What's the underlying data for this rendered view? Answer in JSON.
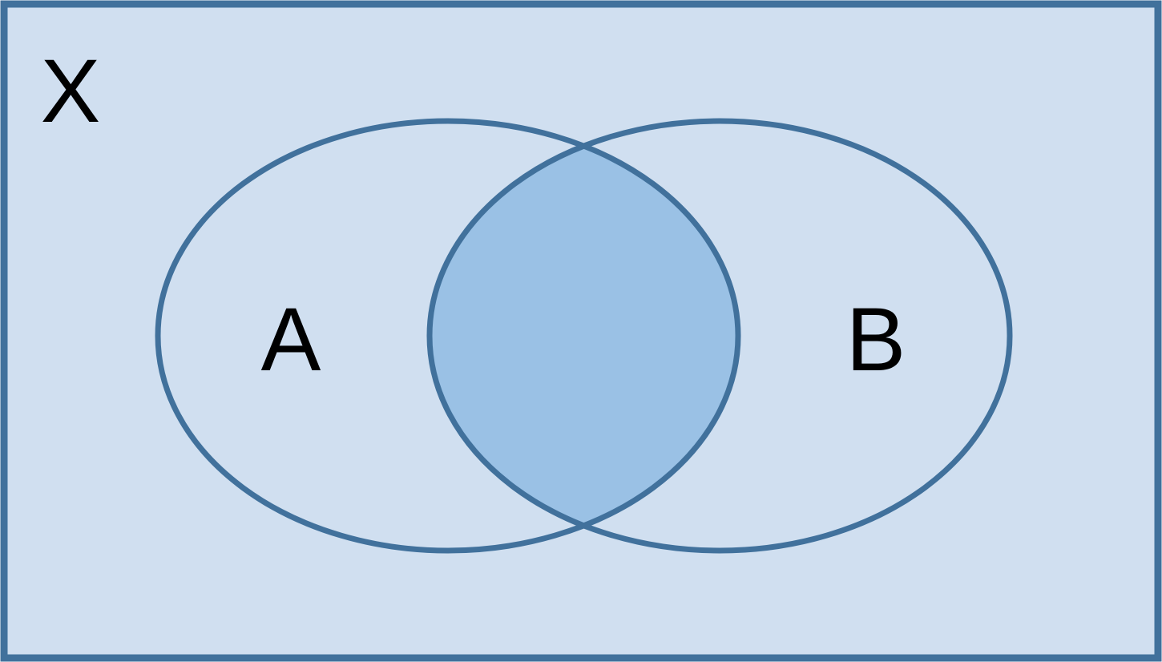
{
  "diagram": {
    "type": "venn-diagram",
    "universe_label": "X",
    "set_a_label": "A",
    "set_b_label": "B",
    "regions": [
      "X (universal set rectangle)",
      "A only",
      "B only",
      "A intersect B (shaded)"
    ]
  },
  "colors": {
    "outline": "#41719C",
    "region_fill": "#D0DFF0",
    "intersection_fill": "#9AC1E5",
    "label_color": "#000000",
    "page_background": "#FFFFFF"
  }
}
